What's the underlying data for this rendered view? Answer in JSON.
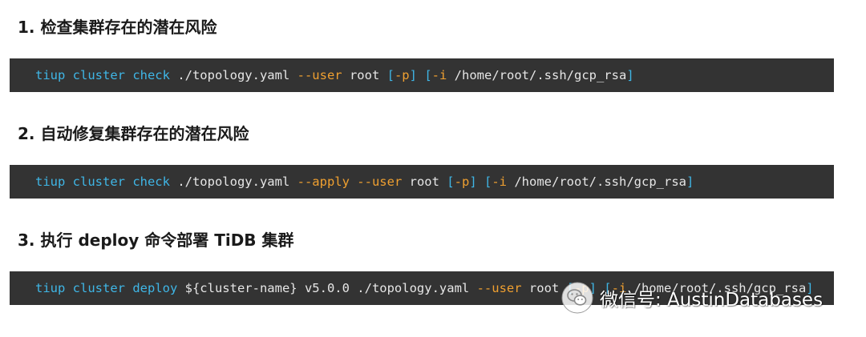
{
  "sections": [
    {
      "heading": "1. 检查集群存在的潜在风险",
      "command": [
        {
          "t": "tiup cluster check",
          "c": "kw"
        },
        {
          "t": " ./topology.yaml ",
          "c": "txt"
        },
        {
          "t": "--user",
          "c": "opt"
        },
        {
          "t": " root ",
          "c": "txt"
        },
        {
          "t": "[",
          "c": "kw"
        },
        {
          "t": "-p",
          "c": "opt"
        },
        {
          "t": "]",
          "c": "kw"
        },
        {
          "t": " ",
          "c": "txt"
        },
        {
          "t": "[",
          "c": "kw"
        },
        {
          "t": "-i",
          "c": "opt"
        },
        {
          "t": " /home/root/.ssh/gcp_rsa",
          "c": "txt"
        },
        {
          "t": "]",
          "c": "kw"
        }
      ]
    },
    {
      "heading": "2. 自动修复集群存在的潜在风险",
      "command": [
        {
          "t": "tiup cluster check",
          "c": "kw"
        },
        {
          "t": " ./topology.yaml ",
          "c": "txt"
        },
        {
          "t": "--apply",
          "c": "opt"
        },
        {
          "t": " ",
          "c": "txt"
        },
        {
          "t": "--user",
          "c": "opt"
        },
        {
          "t": " root ",
          "c": "txt"
        },
        {
          "t": "[",
          "c": "kw"
        },
        {
          "t": "-p",
          "c": "opt"
        },
        {
          "t": "]",
          "c": "kw"
        },
        {
          "t": " ",
          "c": "txt"
        },
        {
          "t": "[",
          "c": "kw"
        },
        {
          "t": "-i",
          "c": "opt"
        },
        {
          "t": " /home/root/.ssh/gcp_rsa",
          "c": "txt"
        },
        {
          "t": "]",
          "c": "kw"
        }
      ]
    },
    {
      "heading": "3. 执行 deploy 命令部署 TiDB 集群",
      "command": [
        {
          "t": "tiup cluster deploy",
          "c": "kw"
        },
        {
          "t": " ${cluster-name} v5.0.0 ./topology.yaml ",
          "c": "txt"
        },
        {
          "t": "--user",
          "c": "opt"
        },
        {
          "t": " root ",
          "c": "txt"
        },
        {
          "t": "[",
          "c": "kw"
        },
        {
          "t": "-p",
          "c": "opt"
        },
        {
          "t": "]",
          "c": "kw"
        },
        {
          "t": " ",
          "c": "txt"
        },
        {
          "t": "[",
          "c": "kw"
        },
        {
          "t": "-i",
          "c": "opt"
        },
        {
          "t": " /home/root/.ssh/gcp_rsa",
          "c": "txt"
        },
        {
          "t": "]",
          "c": "kw"
        }
      ]
    }
  ],
  "watermark": {
    "icon": "wechat-icon",
    "text": "微信号: AustinDatabases"
  },
  "colors": {
    "background": "#ffffff",
    "code_background": "#333333",
    "command_keyword": "#3fb6e6",
    "option": "#f0a030",
    "plain_text": "#e6e6e6",
    "heading_text": "#1a1a1a"
  }
}
